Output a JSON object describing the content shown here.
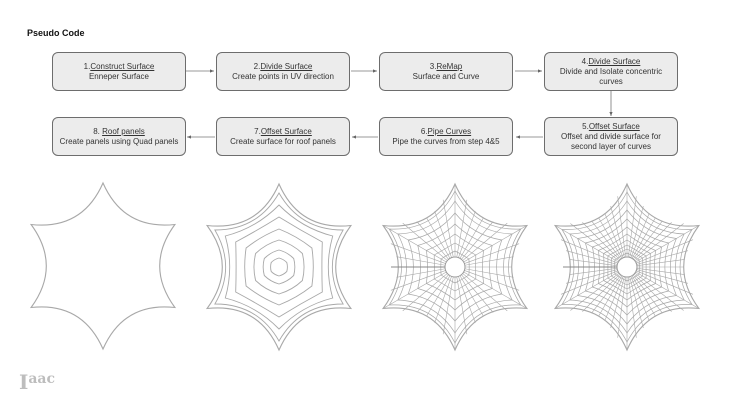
{
  "title": "Pseudo Code",
  "steps": [
    {
      "num": "1.",
      "name": "Construct Surface",
      "desc": "Enneper Surface"
    },
    {
      "num": "2.",
      "name": "Divide Surface",
      "desc": "Create points in UV direction"
    },
    {
      "num": "3.",
      "name": "ReMap",
      "desc": "Surface and Curve"
    },
    {
      "num": "4.",
      "name": "Divide Surface",
      "desc": "Divide and Isolate concentric curves"
    },
    {
      "num": "5.",
      "name": "Offset Surface",
      "desc": "Offset and divide surface for second layer of curves"
    },
    {
      "num": "6.",
      "name": "Pipe Curves",
      "desc": "Pipe the curves from step 4&5"
    },
    {
      "num": "7.",
      "name": "Offset Surface",
      "desc": "Create surface for roof panels"
    },
    {
      "num": "8. ",
      "name": "Roof panels",
      "desc": "Create panels using Quad panels"
    }
  ],
  "logo": "Iaac",
  "colors": {
    "box_fill": "#ececec",
    "box_border": "#6d6d6d",
    "line": "#a8a8a8"
  }
}
